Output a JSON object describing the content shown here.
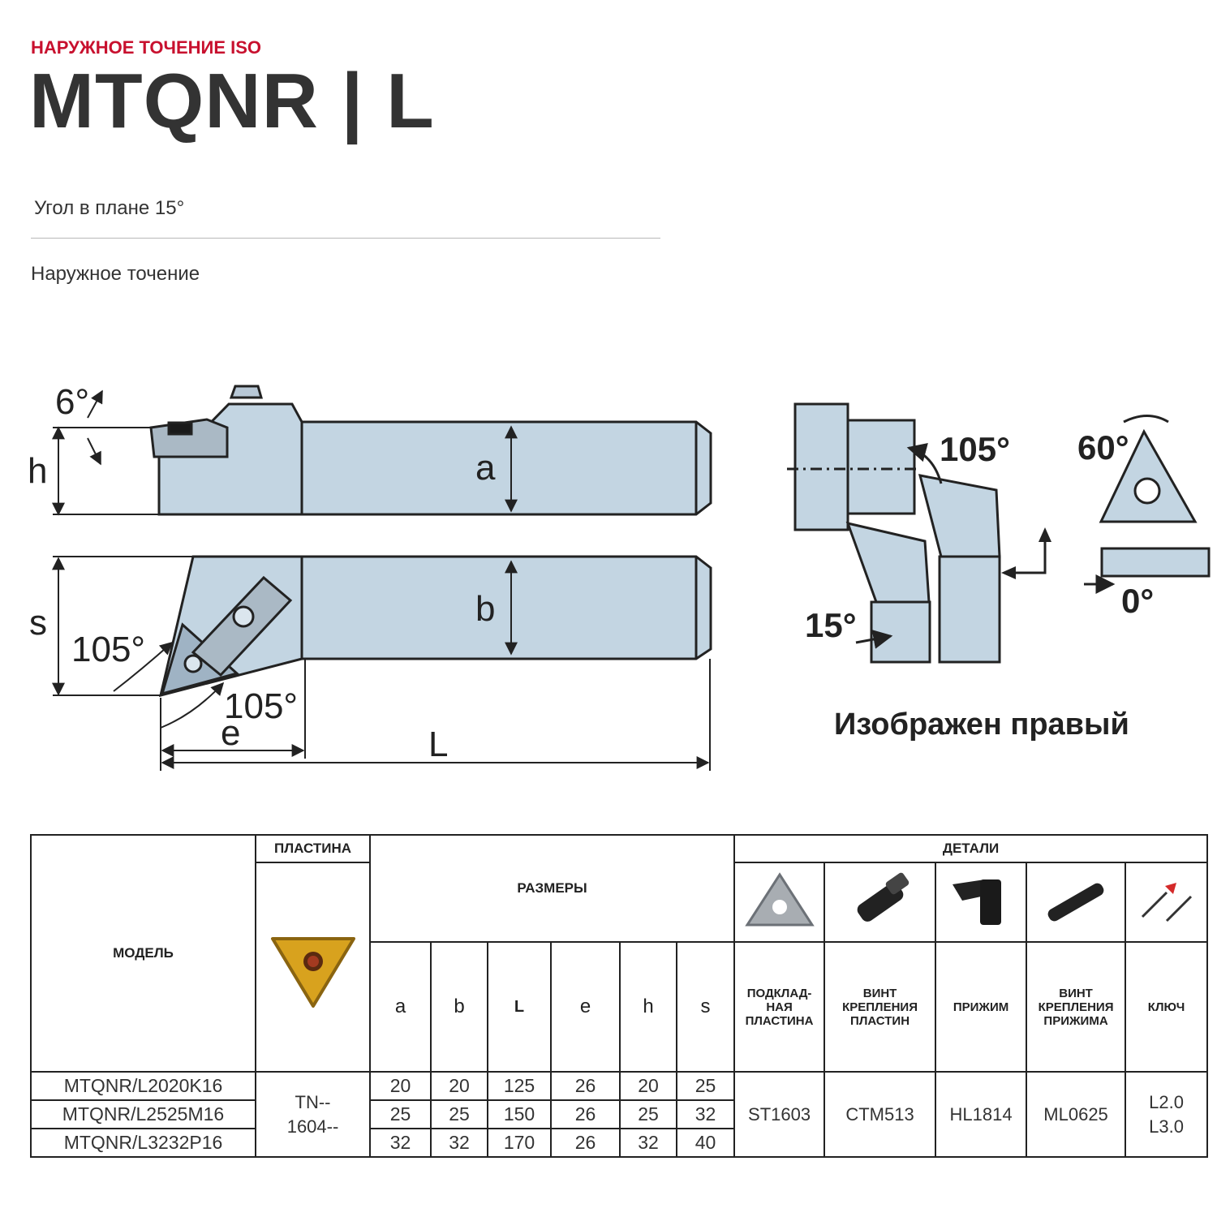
{
  "header": {
    "category": "НАРУЖНОЕ ТОЧЕНИЕ ISO",
    "title": "MTQNR | L",
    "approach_angle": "Угол в плане 15°",
    "application": "Наружное точение"
  },
  "drawing": {
    "labels": {
      "a": "a",
      "b": "b",
      "h": "h",
      "s": "s",
      "e": "e",
      "L": "L",
      "angle_6": "6°",
      "angle_105_left": "105°",
      "angle_105_bottom": "105°",
      "angle_105_right": "105°",
      "angle_15": "15°",
      "angle_60": "60°",
      "angle_0": "0°"
    },
    "caption": "Изображен правый"
  },
  "table": {
    "headers": {
      "model": "МОДЕЛЬ",
      "insert": "ПЛАСТИНА",
      "dimensions": "РАЗМЕРЫ",
      "parts": "ДЕТАЛИ",
      "dim_cols": [
        "a",
        "b",
        "L",
        "e",
        "h",
        "s"
      ],
      "part_cols": [
        "ПОДКЛАД-НАЯ ПЛАСТИНА",
        "ВИНТ КРЕПЛЕНИЯ ПЛАСТИН",
        "ПРИЖИМ",
        "ВИНТ КРЕПЛЕНИЯ ПРИЖИМА",
        "КЛЮЧ"
      ]
    },
    "rows": [
      {
        "model": "MTQNR/L2020K16",
        "a": "20",
        "b": "20",
        "L": "125",
        "e": "26",
        "h": "20",
        "s": "25"
      },
      {
        "model": "MTQNR/L2525M16",
        "a": "25",
        "b": "25",
        "L": "150",
        "e": "26",
        "h": "25",
        "s": "32"
      },
      {
        "model": "MTQNR/L3232P16",
        "a": "32",
        "b": "32",
        "L": "170",
        "e": "26",
        "h": "32",
        "s": "40"
      }
    ],
    "insert_code": {
      "line1": "TN--",
      "line2": "1604--"
    },
    "parts": {
      "shim": "ST1603",
      "insert_screw": "CTM513",
      "clamp": "HL1814",
      "clamp_screw": "ML0625",
      "key": {
        "line1": "L2.0",
        "line2": "L3.0"
      }
    }
  }
}
